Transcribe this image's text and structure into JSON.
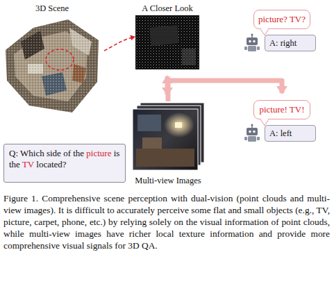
{
  "diagram": {
    "caption": "Figure 1. Comprehensive scene perception with dual-vision (point clouds and multi-view images). It is difficult to accurately perceive some flat and small objects (e.g., TV, picture, carpet, phone, etc.) by relying solely on the visual information of point clouds, while multi-view images have richer local texture information and provide more comprehensive visual signals for 3D QA.",
    "nodes": [
      {
        "text": [
          "3D Scene"
        ]
      },
      {
        "text": [
          "A Closer Look"
        ]
      },
      {
        "text": [
          "picture? TV?"
        ]
      },
      {
        "text": [
          "A: right"
        ]
      },
      {
        "text": [
          "Multi-view Images"
        ]
      },
      {
        "text": [
          "Q: Which side of the picture is the TV located?"
        ]
      },
      {
        "text": [
          "picture! TV!"
        ]
      },
      {
        "text": [
          "A: left"
        ]
      }
    ],
    "edges": [
      {
        "from": 0,
        "to": 1,
        "arrow": "to"
      },
      {
        "from": 1,
        "to": 4,
        "arrow": "both"
      },
      {
        "from": 4,
        "to": 6,
        "arrow": "to"
      }
    ]
  }
}
